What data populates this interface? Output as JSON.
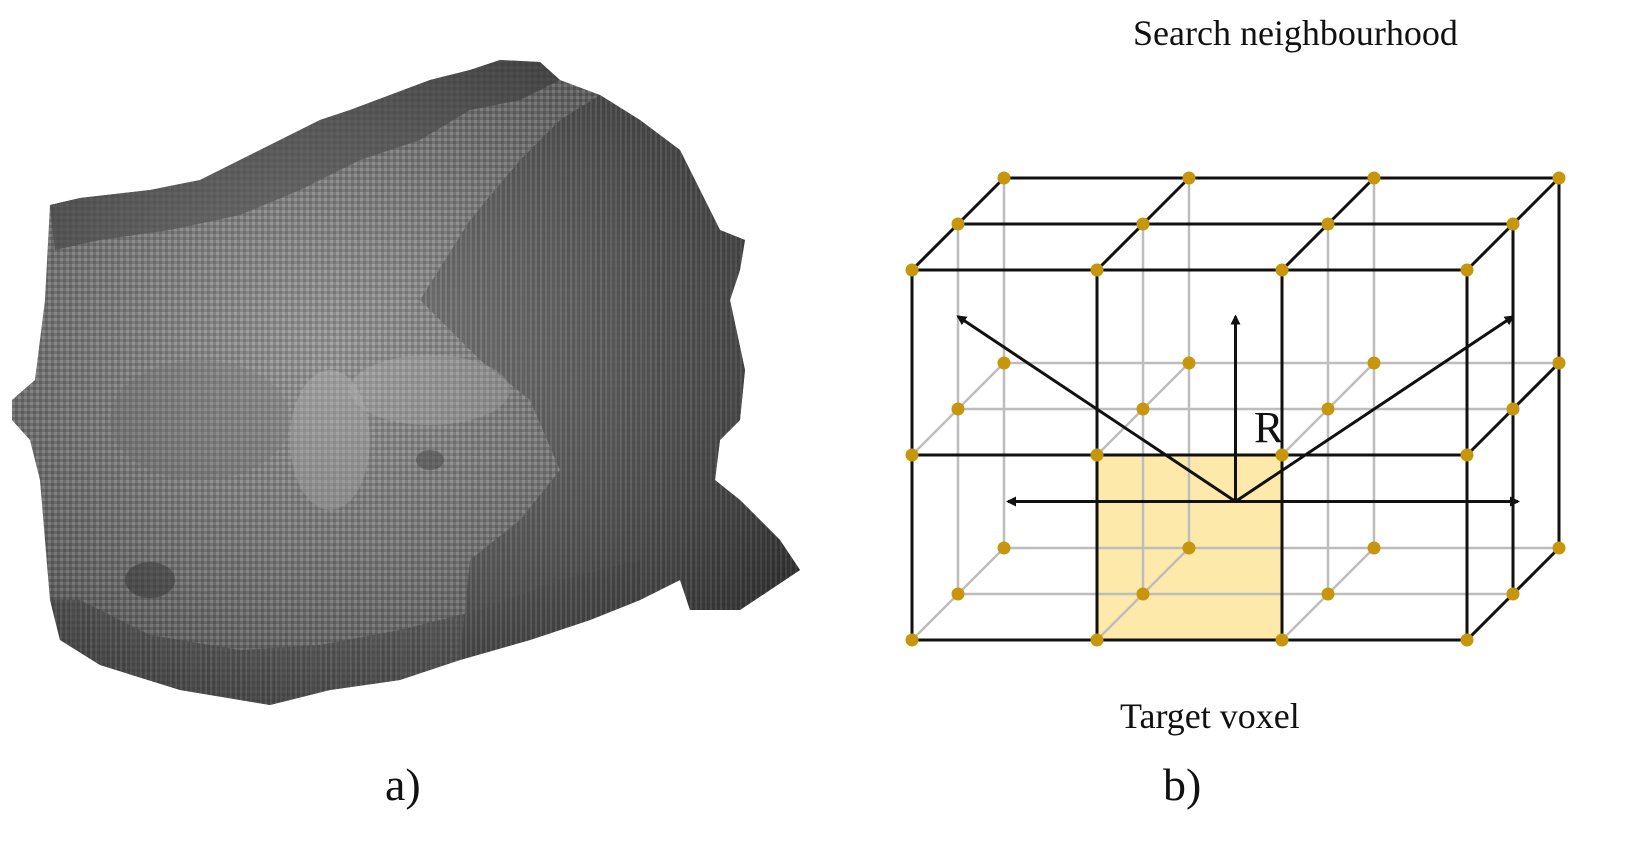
{
  "panel_a": {
    "caption": "a)",
    "image": "voxelized-rock-surface"
  },
  "panel_b": {
    "caption": "b)",
    "title": "Search neighbourhood",
    "radius_label": "R",
    "target_label": "Target voxel",
    "colors": {
      "node": "#c8960c",
      "front_edge": "#111111",
      "hidden_edge": "#bdbdbd",
      "target_fill": "#fde9a9",
      "target_stroke": "#d8b25a"
    }
  }
}
